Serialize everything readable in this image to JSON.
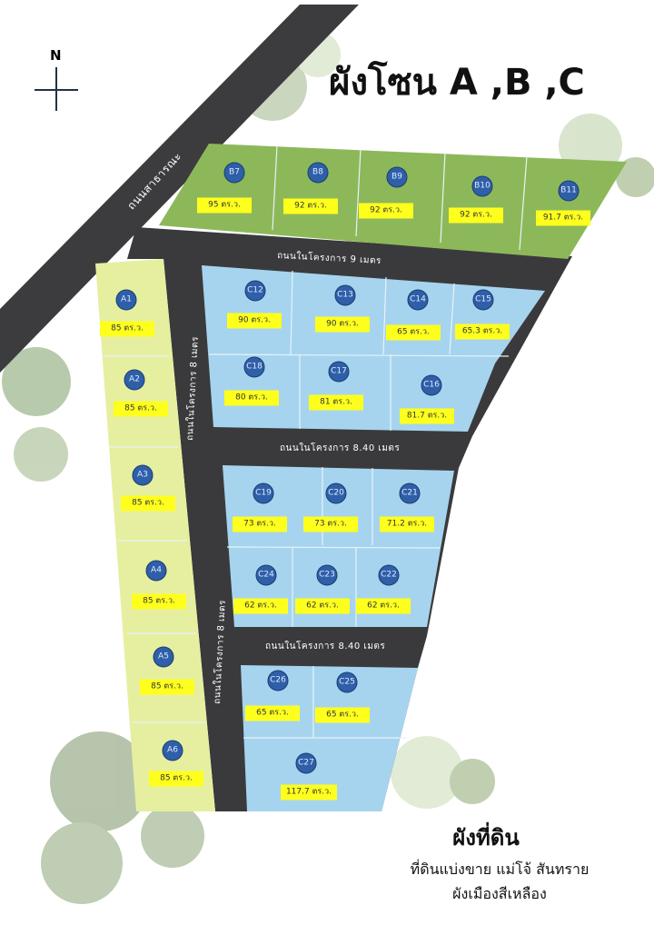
{
  "title": "ผังโซน A ,B ,C",
  "north_label": "N",
  "unit": "ตร.ว.",
  "roads": {
    "public": "ถนนสาธารณะ",
    "road_9m": "ถนนในโครงการ 9 เมตร",
    "road_840_a": "ถนนในโครงการ 8.40 เมตร",
    "road_840_b": "ถนนในโครงการ 8.40 เมตร",
    "road_8m_a": "ถนนในโครงการ 8 เมตร",
    "road_8m_b": "ถนนในโครงการ 8 เมตร"
  },
  "plots": [
    {
      "id": "B7",
      "area": "95 ตร.ว."
    },
    {
      "id": "B8",
      "area": "92 ตร.ว."
    },
    {
      "id": "B9",
      "area": "92 ตร.ว."
    },
    {
      "id": "B10",
      "area": "92 ตร.ว."
    },
    {
      "id": "B11",
      "area": "91.7 ตร.ว."
    },
    {
      "id": "A1",
      "area": "85 ตร.ว."
    },
    {
      "id": "A2",
      "area": "85 ตร.ว."
    },
    {
      "id": "A3",
      "area": "85 ตร.ว."
    },
    {
      "id": "A4",
      "area": "85 ตร.ว."
    },
    {
      "id": "A5",
      "area": "85 ตร.ว."
    },
    {
      "id": "A6",
      "area": "85 ตร.ว."
    },
    {
      "id": "C12",
      "area": "90 ตร.ว."
    },
    {
      "id": "C13",
      "area": "90 ตร.ว."
    },
    {
      "id": "C14",
      "area": "65 ตร.ว."
    },
    {
      "id": "C15",
      "area": "65.3 ตร.ว."
    },
    {
      "id": "C18",
      "area": "80 ตร.ว."
    },
    {
      "id": "C17",
      "area": "81 ตร.ว."
    },
    {
      "id": "C16",
      "area": "81.7 ตร.ว."
    },
    {
      "id": "C19",
      "area": "73 ตร.ว."
    },
    {
      "id": "C20",
      "area": "73 ตร.ว."
    },
    {
      "id": "C21",
      "area": "71.2 ตร.ว."
    },
    {
      "id": "C24",
      "area": "62 ตร.ว."
    },
    {
      "id": "C23",
      "area": "62 ตร.ว."
    },
    {
      "id": "C22",
      "area": "62 ตร.ว."
    },
    {
      "id": "C26",
      "area": "65 ตร.ว."
    },
    {
      "id": "C25",
      "area": "65 ตร.ว."
    },
    {
      "id": "C27",
      "area": "117.7 ตร.ว."
    }
  ],
  "caption": {
    "heading": "ผังที่ดิน",
    "line1": "ที่ดินแบ่งขาย แม่โจ้ สันทราย",
    "line2": "ผังเมืองสีเหลือง"
  },
  "colors": {
    "zone_a": "#e6efa0",
    "zone_b": "#8db85a",
    "zone_c": "#a6d4ee",
    "road": "#3a3a3c",
    "label": "#ffff1e",
    "pin": "#2f5fa8"
  }
}
